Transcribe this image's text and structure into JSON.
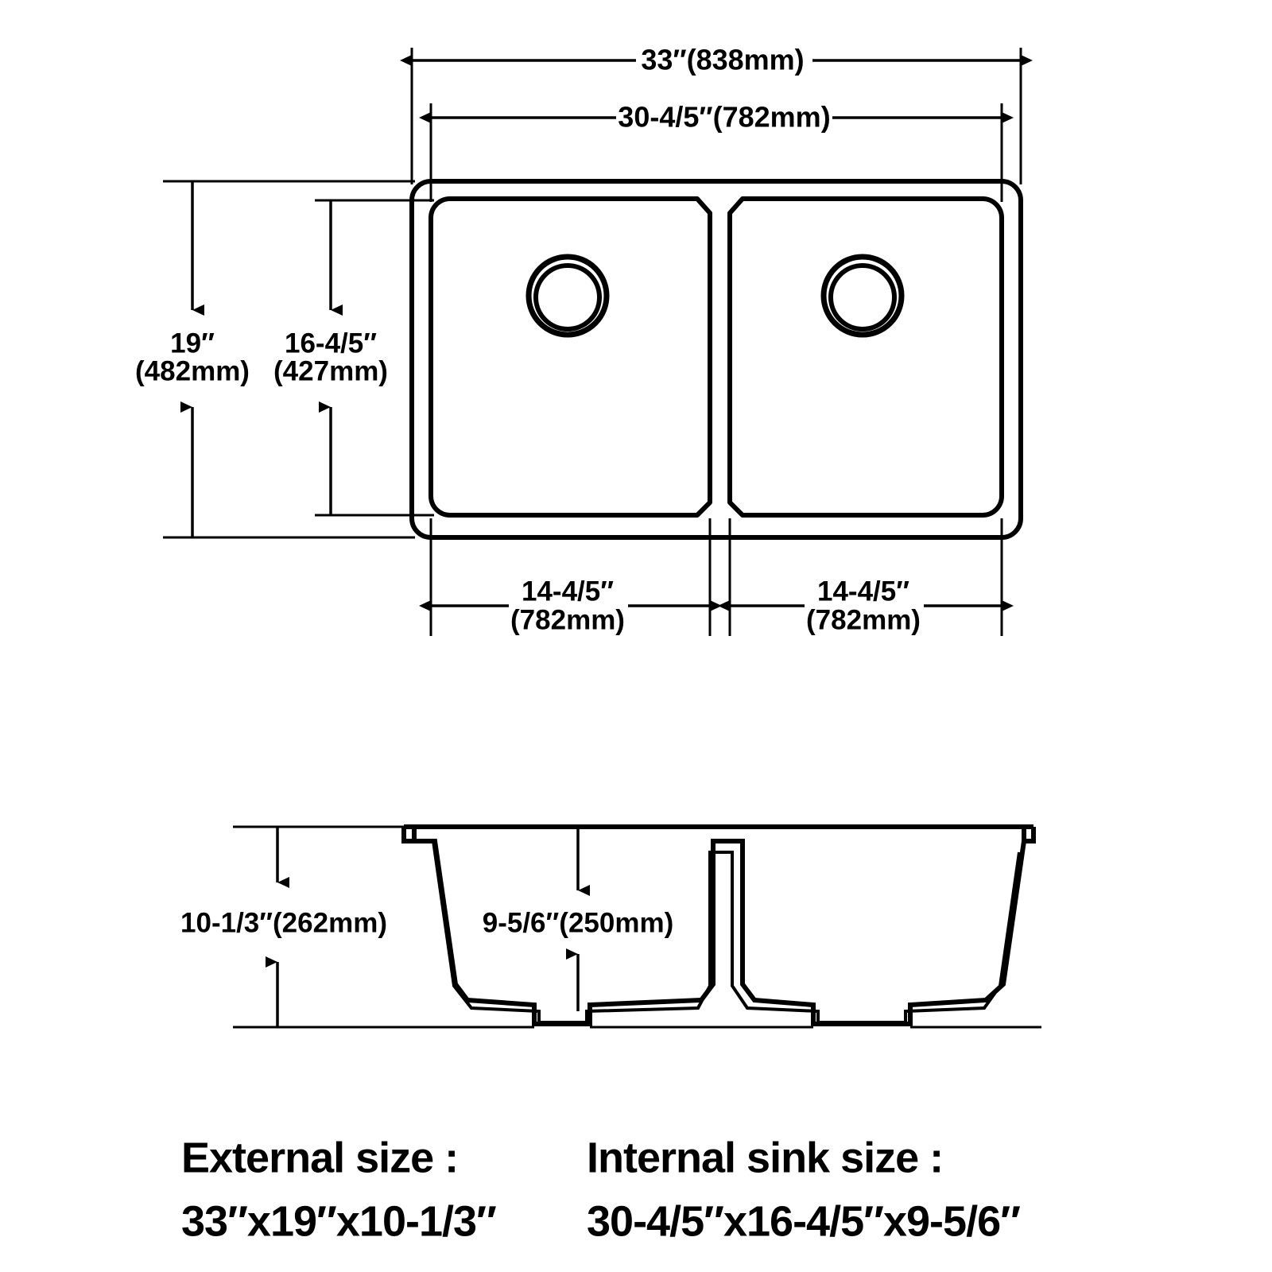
{
  "drawing": {
    "title": "Double bowl kitchen sink dimension drawing",
    "views": {
      "plan": "top-plan-view",
      "section": "front-section-view"
    }
  },
  "dimensions": {
    "overall_width": "33″(838mm)",
    "inner_width": "30-4/5″(782mm)",
    "overall_depth_line1": "19″",
    "overall_depth_line2": "(482mm)",
    "inner_depth_line1": "16-4/5″",
    "inner_depth_line2": "(427mm)",
    "left_bowl_width_line1": "14-4/5″",
    "left_bowl_width_line2": "(782mm)",
    "right_bowl_width_line1": "14-4/5″",
    "right_bowl_width_line2": "(782mm)",
    "overall_height": "10-1/3″(262mm)",
    "bowl_depth": "9-5/6″(250mm)"
  },
  "captions": {
    "external_label": "External size :",
    "external_value": "33″x19″x10-1/3″",
    "internal_label": "Internal sink size :",
    "internal_value": "30-4/5″x16-4/5″x9-5/6″"
  },
  "colors": {
    "line": "#000000",
    "background": "#ffffff"
  },
  "icons": {
    "left_drain": "drain-ring-icon",
    "right_drain": "drain-ring-icon",
    "arrow": "dimension-arrow-icon"
  }
}
